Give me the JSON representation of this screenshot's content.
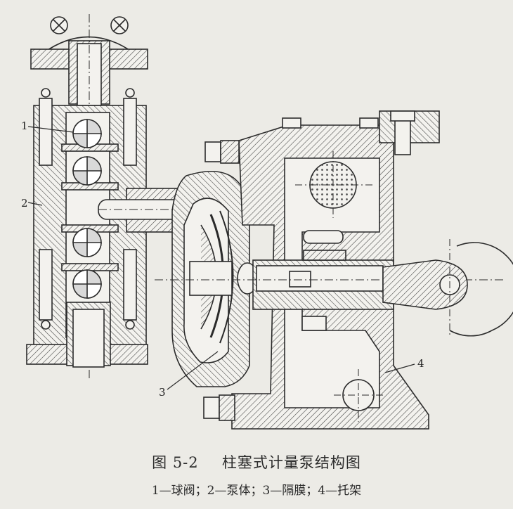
{
  "figure": {
    "number": "图 5-2",
    "title": "柱塞式计量泵结构图",
    "legend": "1—球阀；2—泵体；3—隔膜；4—托架",
    "callouts": [
      "1",
      "2",
      "3",
      "4"
    ]
  },
  "colors": {
    "background": "#ecebe6",
    "line": "#2b2b2b",
    "hatch": "#3a3a3a",
    "ball_fill": "#d9d9d9",
    "dots": "#555555"
  }
}
